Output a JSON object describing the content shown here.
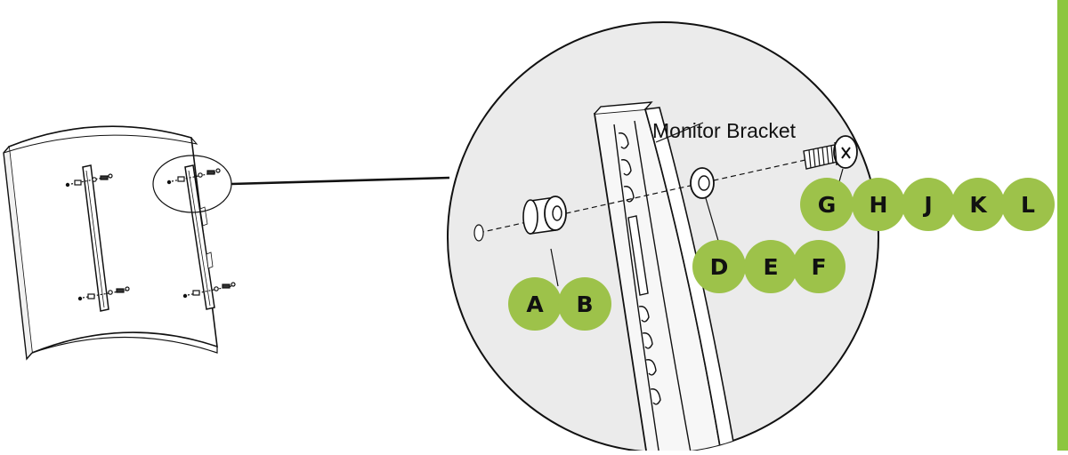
{
  "diagram": {
    "callout_label": "Monitor Bracket",
    "part_groups": [
      {
        "name": "spacer",
        "letters": [
          "A",
          "B"
        ]
      },
      {
        "name": "washer",
        "letters": [
          "D",
          "E",
          "F"
        ]
      },
      {
        "name": "screw",
        "letters": [
          "G",
          "H",
          "J",
          "K",
          "L"
        ]
      }
    ]
  },
  "colors": {
    "badge_fill": "#9dc24a",
    "magnifier_fill": "#ebebeb",
    "side_bar": "#8cc63f",
    "line": "#111111"
  }
}
